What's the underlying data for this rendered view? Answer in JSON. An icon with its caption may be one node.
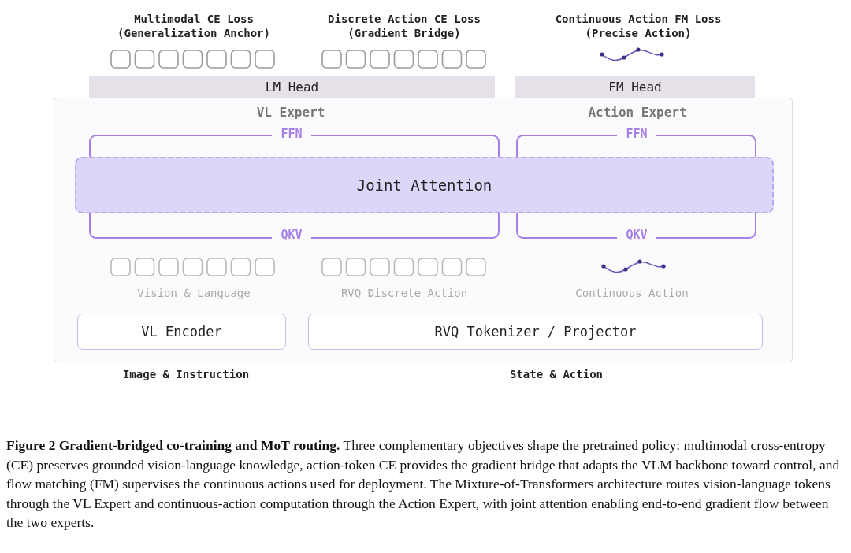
{
  "diagram": {
    "caption": "**Figure 2 Gradient-bridged co-training and MoT routing.** Three complementary objectives shape the pretrained policy: multimodal cross-entropy (CE) preserves grounded vision-language knowledge, action-token CE provides the gradient bridge that adapts the VLM backbone toward control, and flow matching (FM) supervises the continuous actions used for deployment. The Mixture-of-Transformers architecture routes vision-language tokens through the VL Expert and continuous-action computation through the Action Expert, with joint attention enabling end-to-end gradient flow between the two experts.",
    "nodes": [
      {
        "text": [
          "LM Head"
        ]
      },
      {
        "text": [
          "FM Head"
        ]
      },
      {
        "text": [
          "VL Expert",
          "Action Expert"
        ]
      },
      {
        "text": [
          "FFN"
        ],
        "in": 2
      },
      {
        "text": [
          "QKV"
        ],
        "in": 2
      },
      {
        "text": [
          "FFN"
        ],
        "in": 2
      },
      {
        "text": [
          "QKV"
        ],
        "in": 2
      },
      {
        "text": [
          "Joint Attention"
        ],
        "in": 2
      },
      {
        "text": [
          "VL Encoder"
        ],
        "in": 2
      },
      {
        "text": [
          "RVQ Tokenizer / Projector"
        ],
        "in": 2
      }
    ],
    "labels": [
      "Multimodal CE Loss (Generalization Anchor)",
      "Discrete Action CE Loss (Gradient Bridge)",
      "Continuous Action FM Loss (Precise Action)",
      "Vision & Language",
      "RVQ Discrete Action",
      "Continuous Action",
      "Image & Instruction",
      "State & Action"
    ]
  }
}
